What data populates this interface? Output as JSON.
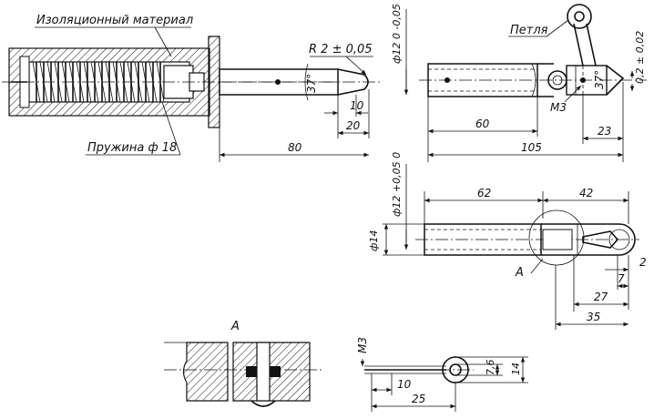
{
  "labels": {
    "insulation": "Изоляционный материал",
    "spring": "Пружина ф 18",
    "loop": "Петля",
    "section_a_callout": "А",
    "section_a_title": "А",
    "thread_m3": "М3",
    "thread_m3_detail": "М3"
  },
  "dims": {
    "radius": "R 2 ± 0,05",
    "angle_left": "37°",
    "angle_right": "37°",
    "dia12_upper": "ф12 0 -0,05",
    "d10_left": "10",
    "d20": "20",
    "d80": "80",
    "d60": "60",
    "d105": "105",
    "d23": "23",
    "gap": "0,2 ± 0,02",
    "dia12_mid": "ф12 +0,05 0",
    "dia14": "ф14",
    "d62": "62",
    "d42": "42",
    "d2": "2",
    "d7": "7",
    "d27": "27",
    "d35": "35",
    "d7_6": "7,6",
    "d14_detail": "14",
    "d10_detail": "10",
    "d25": "25"
  }
}
